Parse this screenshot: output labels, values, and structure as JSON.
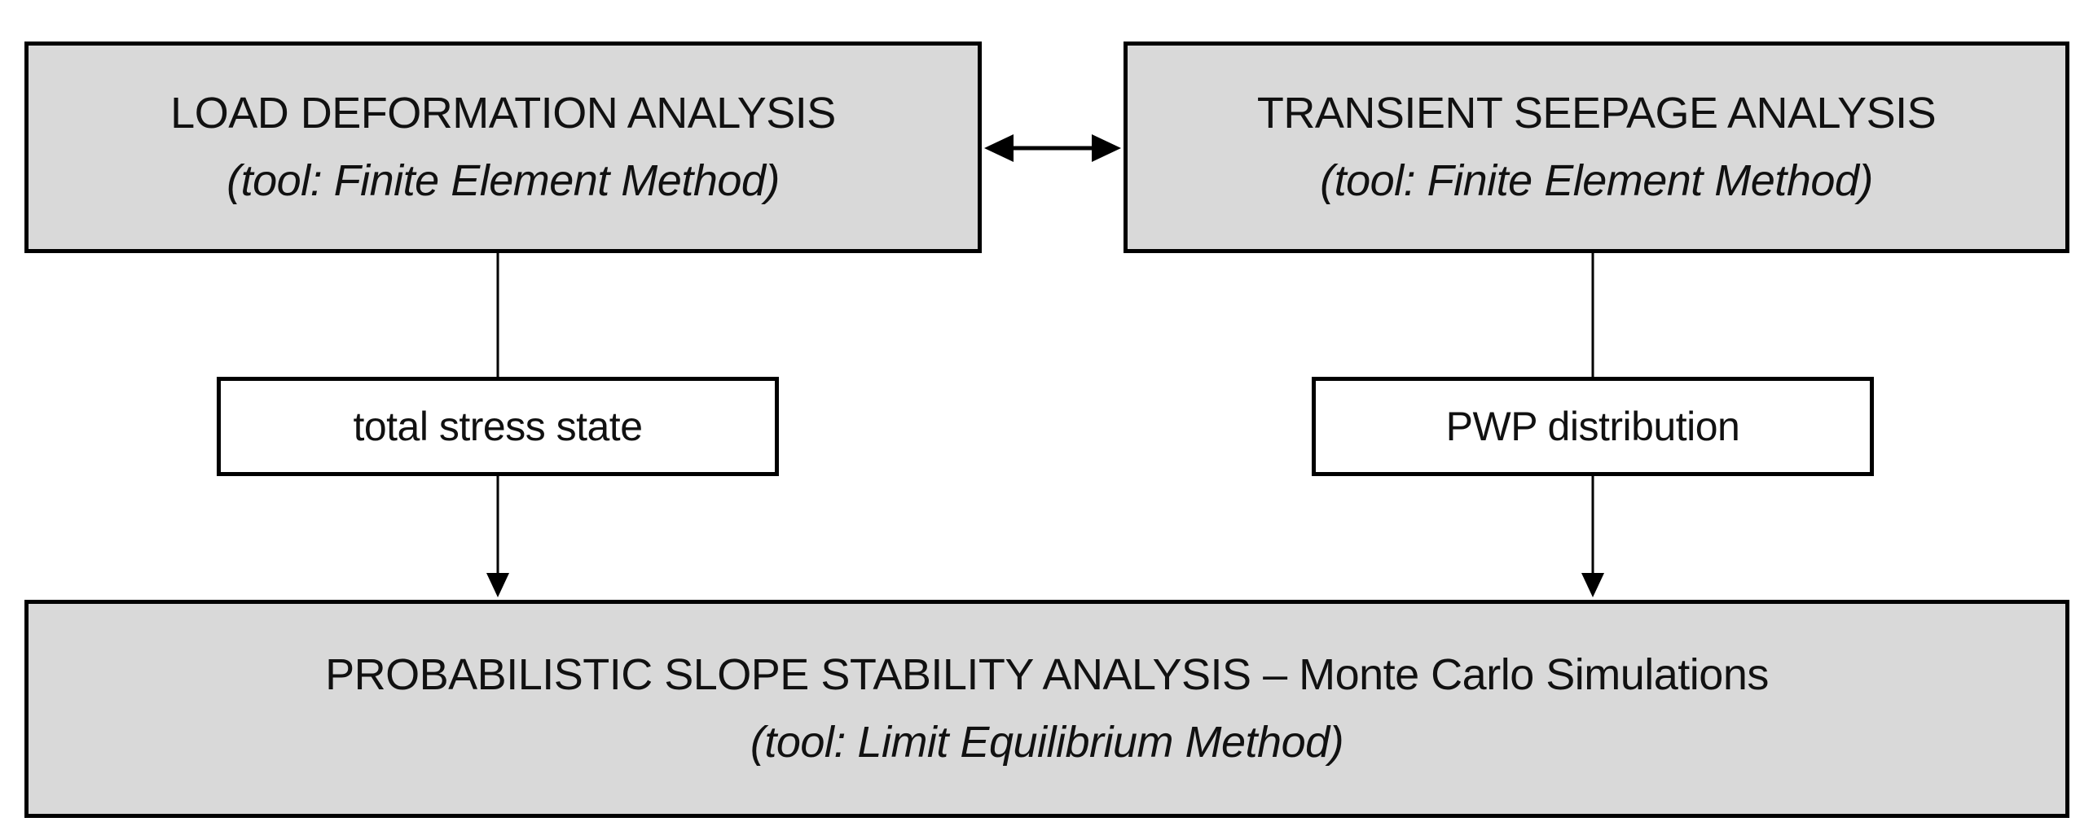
{
  "page": {
    "background": "#ffffff"
  },
  "palette": {
    "process_box_fill": "#d9d9d9",
    "io_box_fill": "#ffffff",
    "border_color": "#000000",
    "text_color": "#111111",
    "arrow_color": "#000000"
  },
  "nodes": {
    "load_deformation": {
      "title": "LOAD DEFORMATION ANALYSIS",
      "subtitle": "(tool: Finite Element Method)"
    },
    "transient_seepage": {
      "title": "TRANSIENT SEEPAGE ANALYSIS",
      "subtitle": "(tool: Finite Element Method)"
    },
    "total_stress": {
      "label": "total stress state"
    },
    "pwp_distribution": {
      "label": "PWP distribution"
    },
    "probabilistic_slope": {
      "title": "PROBABILISTIC SLOPE STABILITY ANALYSIS – Monte Carlo Simulations",
      "subtitle": "(tool: Limit Equilibrium Method)"
    }
  },
  "connectors": [
    {
      "name": "bidirectional-arrow",
      "from": "load_deformation",
      "to": "transient_seepage",
      "style": "double-headed"
    },
    {
      "name": "load-to-total-stress",
      "from": "load_deformation",
      "to": "total_stress",
      "style": "plain"
    },
    {
      "name": "total-stress-to-probabilistic",
      "from": "total_stress",
      "to": "probabilistic_slope",
      "style": "arrowhead"
    },
    {
      "name": "seepage-to-pwp",
      "from": "transient_seepage",
      "to": "pwp_distribution",
      "style": "plain"
    },
    {
      "name": "pwp-to-probabilistic",
      "from": "pwp_distribution",
      "to": "probabilistic_slope",
      "style": "arrowhead"
    }
  ]
}
